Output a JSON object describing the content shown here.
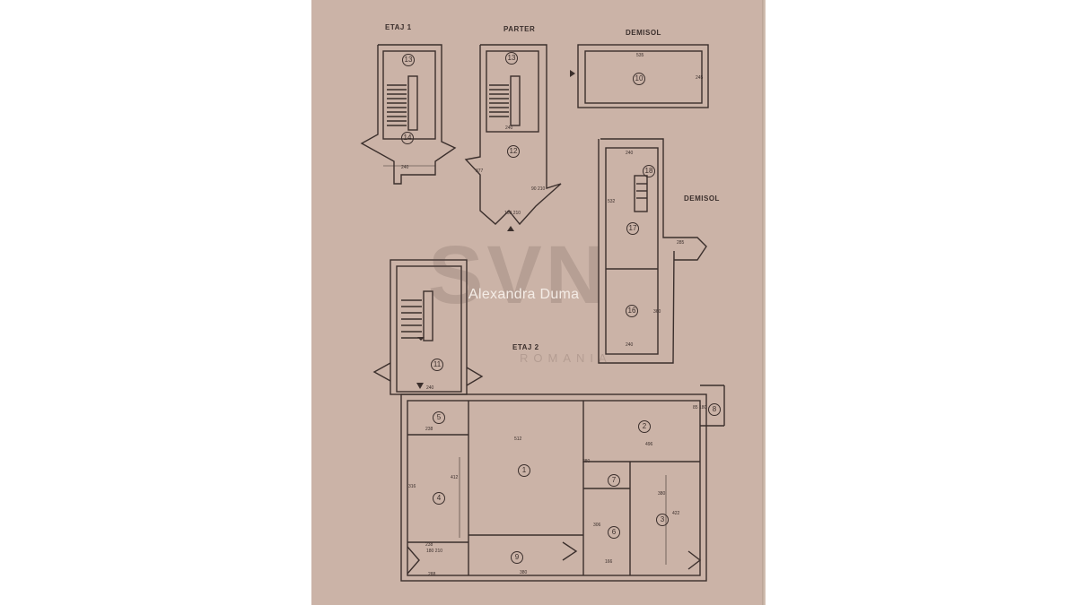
{
  "titles": {
    "etaj1": "ETAJ 1",
    "parter": "PARTER",
    "demisol_top": "DEMISOL",
    "demisol_right": "DEMISOL",
    "etaj2": "ETAJ 2"
  },
  "watermark": {
    "name": "Alexandra Duma",
    "logo": "SVN",
    "sub": "ROMANIA"
  },
  "rooms": {
    "r1": "1",
    "r2": "2",
    "r3": "3",
    "r4": "4",
    "r5": "5",
    "r6": "6",
    "r7": "7",
    "r8": "8",
    "r9": "9",
    "r10": "10",
    "r11": "11",
    "r12": "12",
    "r13a": "13",
    "r13b": "13",
    "r14": "14",
    "r16": "16",
    "r17": "17",
    "r18": "18"
  },
  "dims": {
    "d240a": "240",
    "d240b": "240",
    "d535": "535",
    "d245": "245",
    "d240c": "240",
    "d532": "532",
    "d285": "285",
    "d240d": "240",
    "d240e": "240",
    "d512": "512",
    "d496": "496",
    "d380a": "380",
    "d422": "422",
    "d380b": "380",
    "d288": "288",
    "d238a": "238",
    "d238b": "238",
    "d166": "166",
    "d280": "280",
    "d316": "316",
    "d306": "306",
    "d412": "412",
    "d377": "377",
    "d360": "360",
    "d90_210": "90 210",
    "d160_210": "160 210",
    "d180_210": "180 210",
    "d85_180": "85 180"
  }
}
